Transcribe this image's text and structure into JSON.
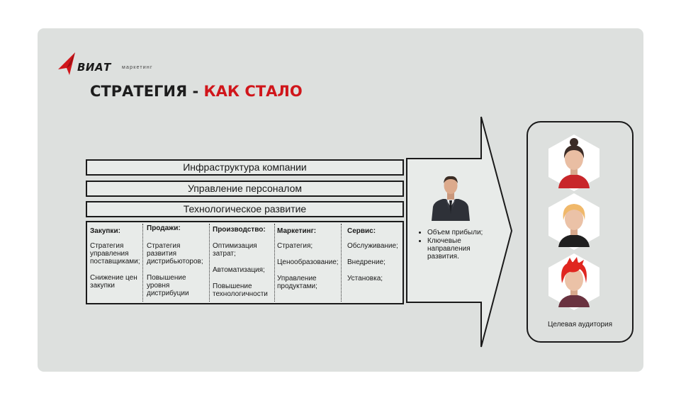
{
  "brand": {
    "name": "ВИАТ",
    "subtitle": "маркетинг",
    "accent_color": "#d0161b"
  },
  "title": {
    "part1": "СТРАТЕГИЯ - ",
    "part2": "КАК СТАЛО"
  },
  "bars": [
    "Инфраструктура компании",
    "Управление персоналом",
    "Технологическое развитие"
  ],
  "columns": [
    {
      "head": "Закупки:",
      "items": [
        "Стратегия управления поставщиками;",
        "Снижение цен закупки"
      ]
    },
    {
      "head": "Продажи:",
      "items": [
        "Стратегия развития дистрибьюторов;",
        "Повышение уровня дистрибуции"
      ]
    },
    {
      "head": "Производство:",
      "items": [
        "Оптимизация затрат;",
        "Автоматизация;",
        "Повышение технологичности"
      ]
    },
    {
      "head": "Маркетинг:",
      "items": [
        "Стратегия;",
        "Ценообразование;",
        "Управление продуктами;"
      ]
    },
    {
      "head": "Сервис:",
      "items": [
        "Обслуживание;",
        "Внедрение;",
        "Установка;"
      ]
    }
  ],
  "result_bullets": [
    "Объем прибыли;",
    "Ключевые направления развития."
  ],
  "audience_label": "Целевая аудитория",
  "icons": [
    "businessman-icon",
    "woman-bun-avatar-icon",
    "woman-blonde-avatar-icon",
    "woman-redhead-avatar-icon",
    "viat-logo-icon"
  ]
}
